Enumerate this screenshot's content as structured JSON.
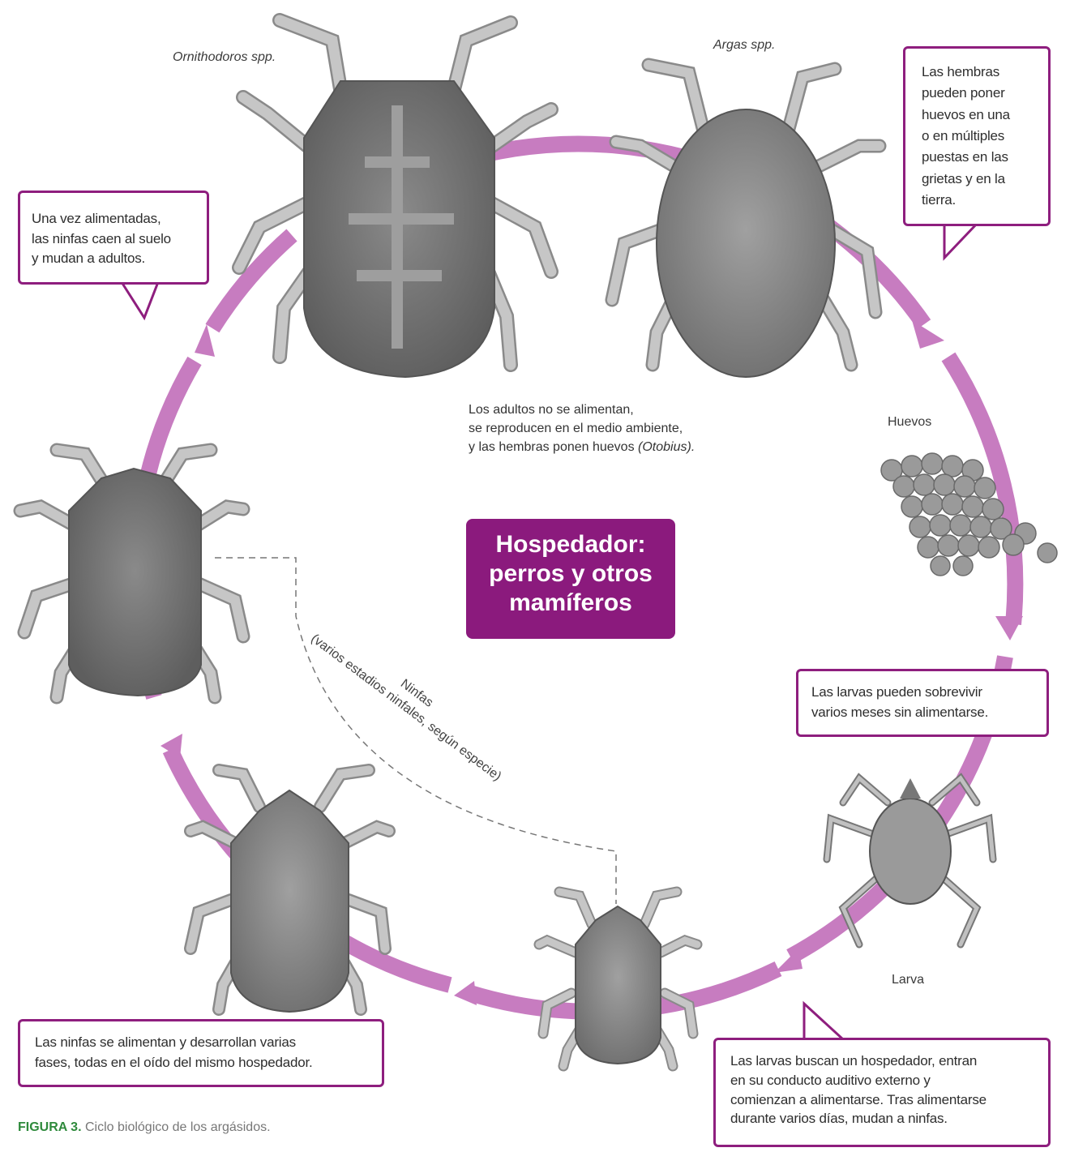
{
  "labels": {
    "ornithodoros": "Ornithodoros spp.",
    "argas": "Argas spp.",
    "huevos": "Huevos",
    "larva": "Larva",
    "ninfas": "Ninfas",
    "ninfas_sub": "(varios estadios ninfales, según especie)"
  },
  "host": {
    "line1": "Hospedador:",
    "line2": "perros y otros",
    "line3": "mamíferos"
  },
  "adults_text": {
    "line1": "Los adultos no se alimentan,",
    "line2": "se reproducen en el medio ambiente,",
    "line3_pre": "y las hembras ponen huevos ",
    "line3_italic": "(Otobius)."
  },
  "callouts": {
    "nymphs_fall": [
      "Una vez alimentadas,",
      "las ninfas caen al suelo",
      "y mudan a adultos."
    ],
    "females_eggs": [
      "Las hembras",
      "pueden poner",
      "huevos en una",
      "o en múltiples",
      "puestas en las",
      "grietas y en la",
      "tierra."
    ],
    "larvae_survive": [
      "Las larvas pueden sobrevivir",
      "varios meses sin alimentarse."
    ],
    "nymphs_feed": [
      "Las ninfas se alimentan y desarrollan varias",
      "fases, todas en el oído del mismo hospedador."
    ],
    "larvae_host": [
      "Las larvas buscan un hospedador, entran",
      "en su conducto auditivo externo y",
      "comienzan a alimentarse. Tras alimentarse",
      "durante varios días, mudan a ninfas."
    ]
  },
  "caption": {
    "figure": "FIGURA 3.",
    "text": " Ciclo biológico de los argásidos."
  },
  "colors": {
    "accent": "#8b1a7d",
    "arrow": "#c77cc0",
    "tick_body": "#7a7a7a",
    "tick_leg": "#b5b5b5"
  }
}
